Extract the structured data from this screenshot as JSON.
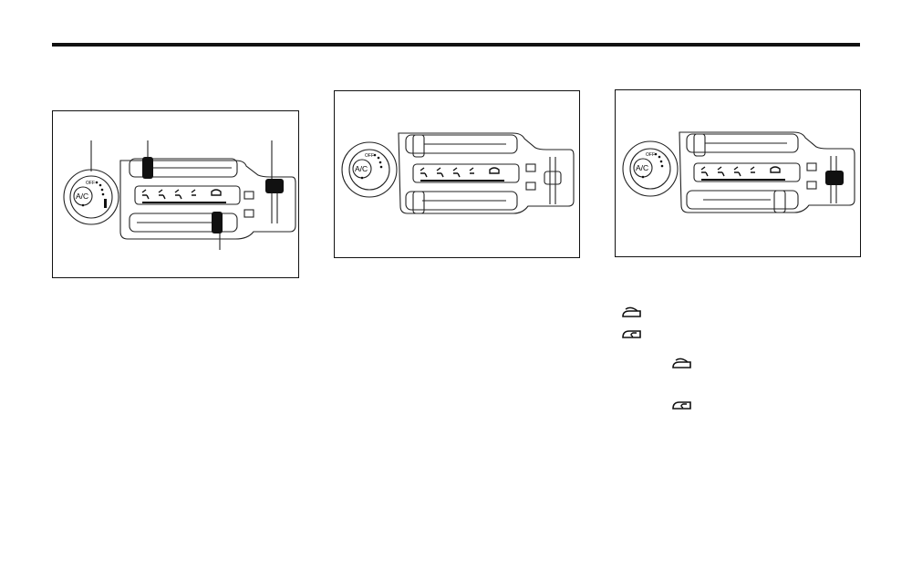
{
  "panel": {
    "ac_label": "A/C",
    "off_label": "OFF"
  },
  "figures": [
    {
      "name": "controls-overview",
      "callouts": 4
    },
    {
      "name": "fresh-air-setting"
    },
    {
      "name": "recirculation-setting"
    }
  ],
  "symbols": [
    "fresh-air-icon",
    "recirculate-icon",
    "fresh-air-icon",
    "recirculate-icon"
  ]
}
